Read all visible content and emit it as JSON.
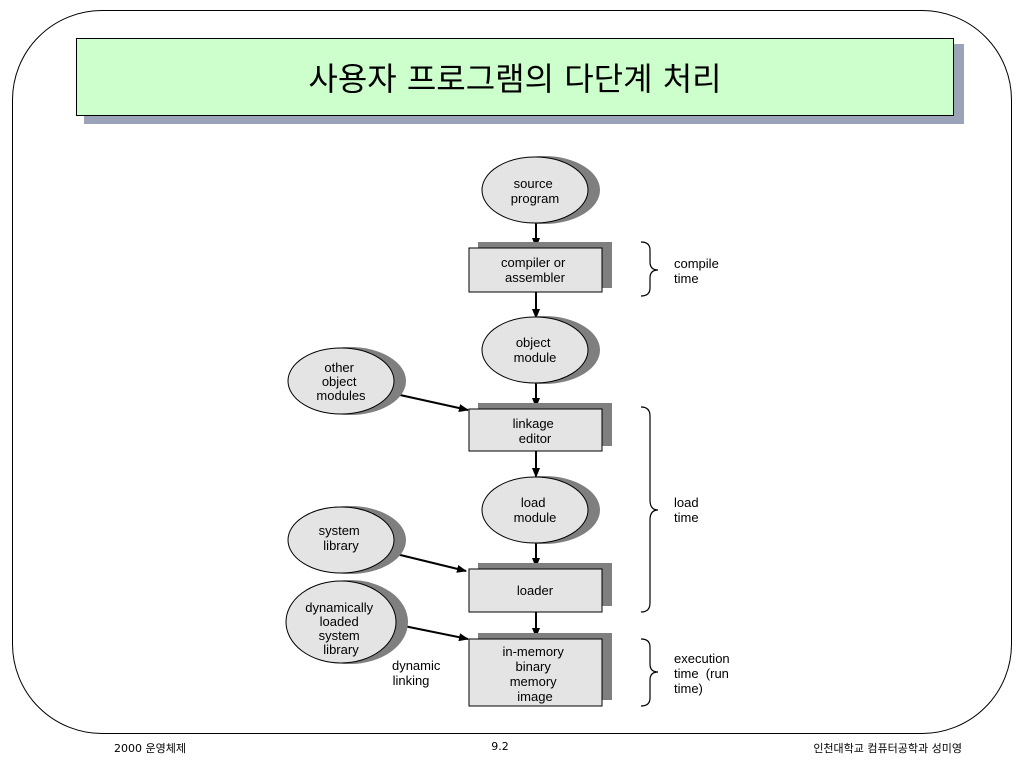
{
  "title": "사용자 프로그램의 다단계 처리",
  "nodes": {
    "source": [
      "source",
      "program"
    ],
    "compiler": [
      "compiler or",
      "assembler"
    ],
    "object": [
      "object",
      "module"
    ],
    "other": [
      "other",
      "object",
      "modules"
    ],
    "linkage": [
      "linkage",
      "editor"
    ],
    "load": [
      "load",
      "module"
    ],
    "system": [
      "system",
      "library"
    ],
    "loader": [
      "loader"
    ],
    "dynlib": [
      "dynamically",
      "loaded",
      "system",
      "library"
    ],
    "inmemory": [
      "in-memory",
      "binary",
      "memory",
      "image"
    ]
  },
  "annotations": {
    "compile": [
      "compile",
      "time"
    ],
    "load": [
      "load",
      "time"
    ],
    "execution": [
      "execution",
      "time  (run",
      "time)"
    ],
    "dynamic": [
      "dynamic",
      "linking"
    ]
  },
  "footer": {
    "left": "2000 운영체제",
    "center": "9.2",
    "right": "인천대학교 컴퓨터공학과 성미영"
  },
  "colors": {
    "title_fill": "#ccffcc",
    "node_fill": "#e4e4e4",
    "shadow": "#7f7f7f"
  }
}
